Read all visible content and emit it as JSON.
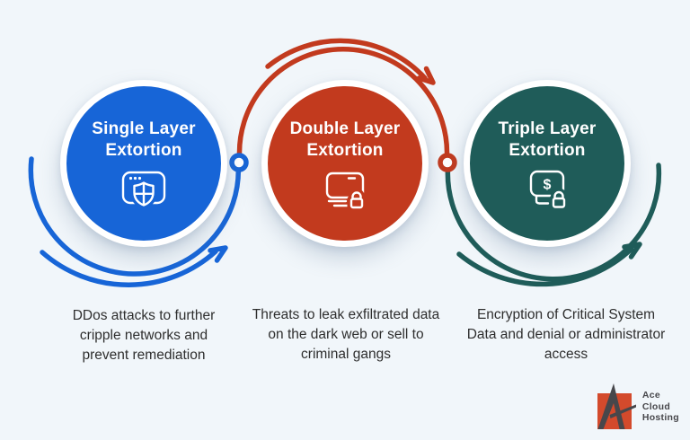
{
  "colors": {
    "background": "#f1f6fa",
    "blue": "#1765d7",
    "red": "#c23a1e",
    "teal": "#1f5c59",
    "body_text": "#2e2e2e",
    "circle_text": "#ffffff",
    "logo_orange": "#d34a2c",
    "logo_gray": "#47474b"
  },
  "steps": [
    {
      "title_lines": [
        "Single Layer",
        "Extortion"
      ],
      "color": "#1765d7",
      "icon": "browser-shield-icon",
      "desc_lines": [
        "DDos attacks to further",
        "cripple networks and",
        "prevent remediation"
      ]
    },
    {
      "title_lines": [
        "Double Layer",
        "Extortion"
      ],
      "color": "#c23a1e",
      "icon": "laptop-lock-icon",
      "desc_lines": [
        "Threats to leak exfiltrated data",
        "on the dark web or sell to",
        "criminal gangs"
      ]
    },
    {
      "title_lines": [
        "Triple Layer",
        "Extortion"
      ],
      "color": "#1f5c59",
      "icon": "chat-dollar-lock-icon",
      "icon_glyph": "$",
      "desc_lines": [
        "Encryption of Critical System",
        "Data and denial or administrator",
        "access"
      ]
    }
  ],
  "logo": {
    "lines": [
      "Ace",
      "Cloud",
      "Hosting"
    ]
  }
}
